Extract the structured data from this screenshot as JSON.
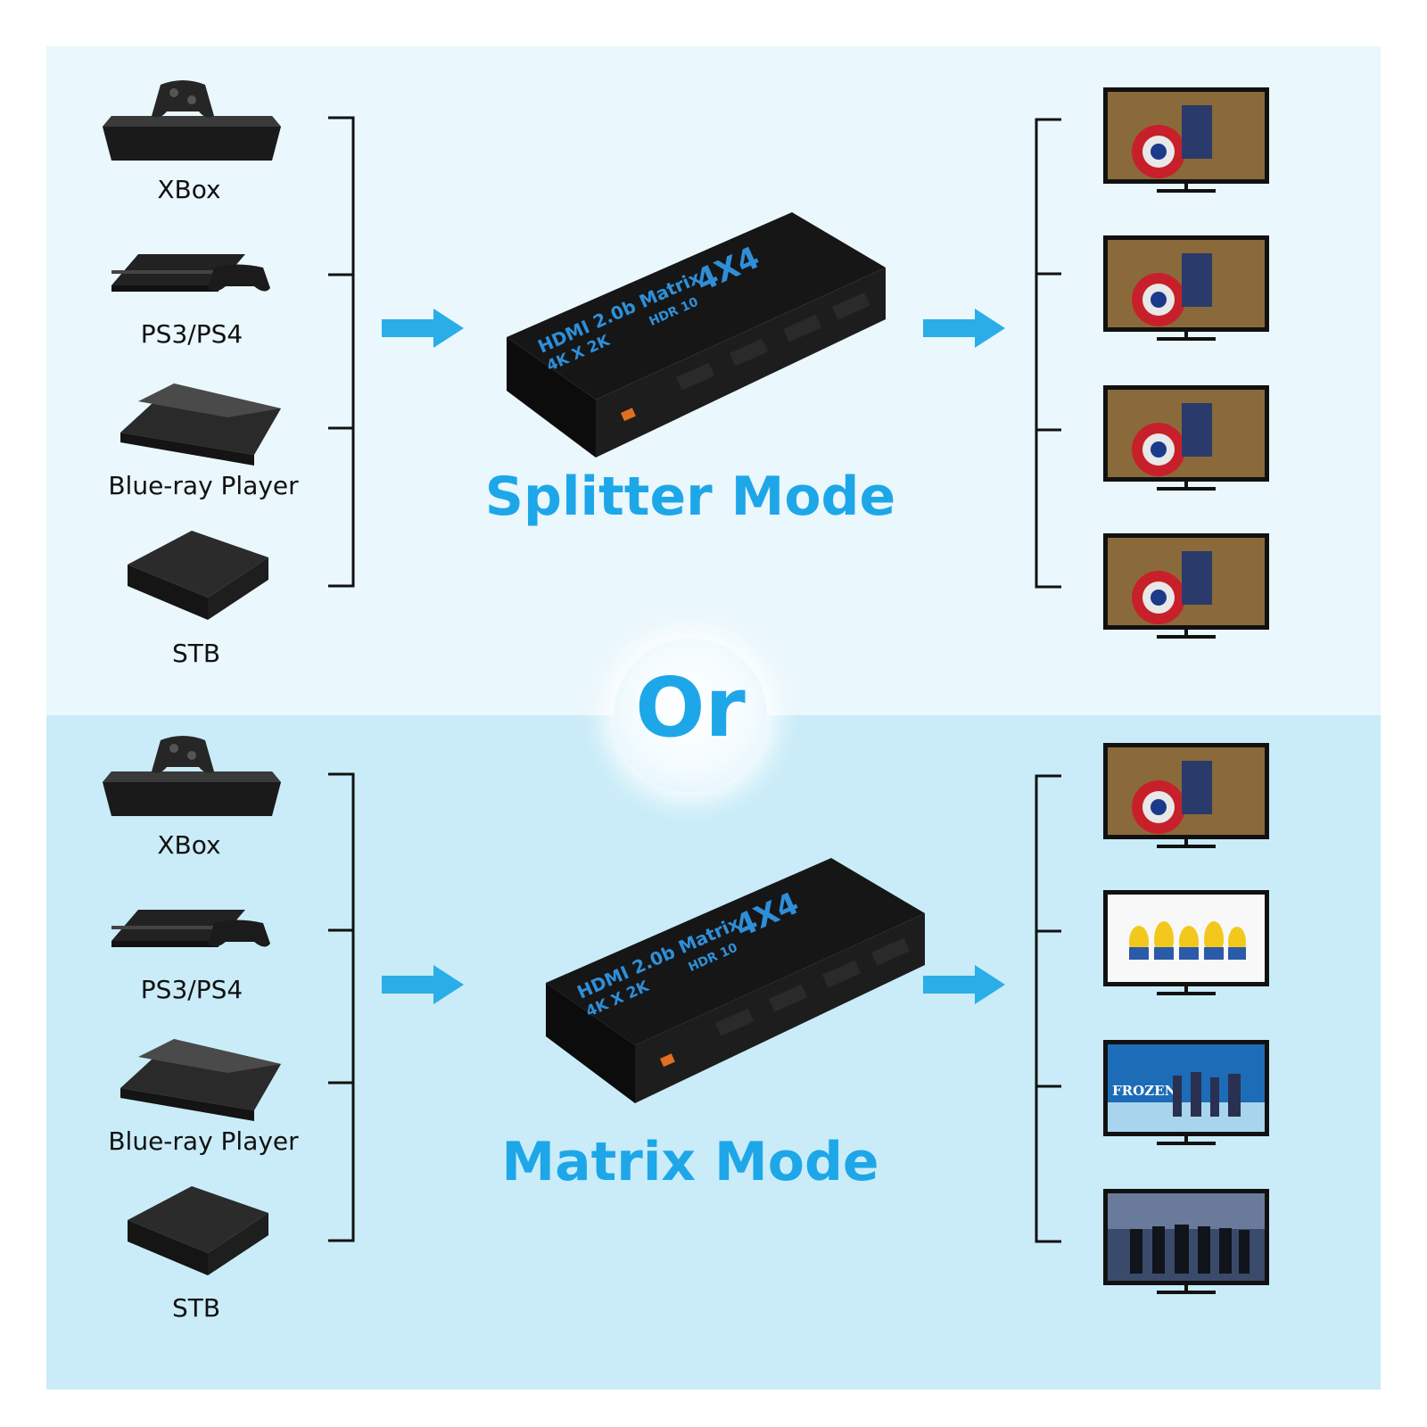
{
  "sections": [
    {
      "mode_title": "Splitter Mode",
      "sources": [
        "XBox",
        "PS3/PS4",
        "Blue-ray Player",
        "STB"
      ],
      "device_print": {
        "line1": "HDMI 2.0b Matrix",
        "line2": "4K X 2K",
        "hdr": "HDR 10",
        "model": "4X4"
      },
      "display_content": [
        "hero",
        "hero",
        "hero",
        "hero"
      ]
    },
    {
      "mode_title": "Matrix Mode",
      "sources": [
        "XBox",
        "PS3/PS4",
        "Blue-ray Player",
        "STB"
      ],
      "device_print": {
        "line1": "HDMI 2.0b Matrix",
        "line2": "4K X 2K",
        "hdr": "HDR 10",
        "model": "4X4"
      },
      "display_content": [
        "hero",
        "minions",
        "frozen",
        "avengers"
      ],
      "screen_text": "FROZEN"
    }
  ],
  "separator_text": "Or",
  "colors": {
    "accent": "#1ea7e8",
    "top_bg": "#eaf7fc",
    "bottom_bg": "#c9ecf8",
    "bracket": "#111111"
  }
}
